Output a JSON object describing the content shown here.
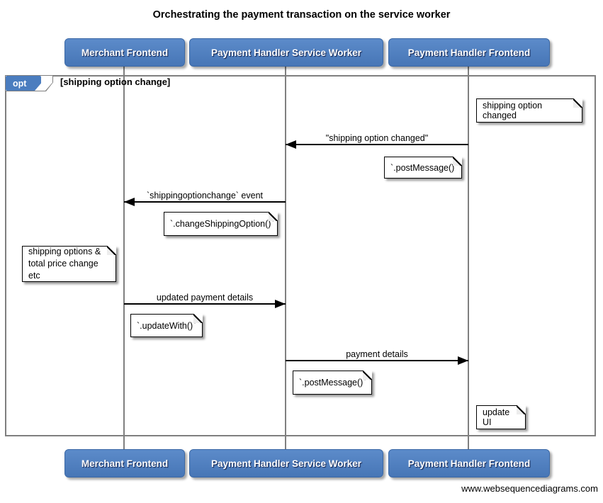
{
  "title": "Orchestrating the payment transaction on the service worker",
  "watermark": "www.websequencediagrams.com",
  "actors": [
    {
      "name": "Merchant Frontend"
    },
    {
      "name": "Payment Handler Service Worker"
    },
    {
      "name": "Payment Handler Frontend"
    }
  ],
  "fragment": {
    "operator": "opt",
    "guard": "[shipping option change]"
  },
  "messages": [
    {
      "label": "\"shipping option changed\"",
      "from": "Payment Handler Frontend",
      "to": "Payment Handler Service Worker",
      "direction": "left"
    },
    {
      "label": "`shippingoptionchange` event",
      "from": "Payment Handler Service Worker",
      "to": "Merchant Frontend",
      "direction": "left"
    },
    {
      "label": "updated payment details",
      "from": "Merchant Frontend",
      "to": "Payment Handler Service Worker",
      "direction": "right"
    },
    {
      "label": "payment details",
      "from": "Payment Handler Service Worker",
      "to": "Payment Handler Frontend",
      "direction": "right"
    }
  ],
  "notes": [
    {
      "text": "shipping option changed",
      "anchor": "Payment Handler Frontend"
    },
    {
      "text": "`.postMessage()`",
      "anchor": "Payment Handler Frontend"
    },
    {
      "text": "`.changeShippingOption()`",
      "anchor": "Payment Handler Service Worker"
    },
    {
      "text": "shipping options &\ntotal price change etc",
      "anchor": "Merchant Frontend"
    },
    {
      "text": "`.updateWith()`",
      "anchor": "Merchant Frontend"
    },
    {
      "text": "`.postMessage()`",
      "anchor": "Payment Handler Service Worker"
    },
    {
      "text": "update UI",
      "anchor": "Payment Handler Frontend"
    }
  ],
  "colors": {
    "actor_fill": "#4b7dbf",
    "actor_border": "#3b68a5",
    "frame_border": "#7f7f7f",
    "note_fill": "#ffffff",
    "message_line": "#000000"
  }
}
